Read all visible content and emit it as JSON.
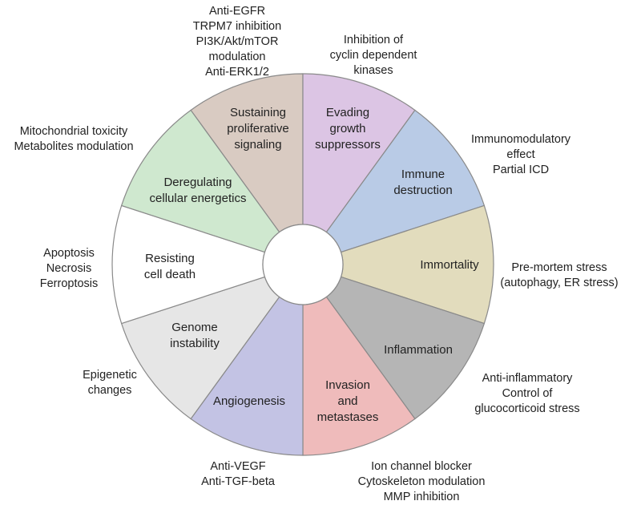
{
  "diagram": {
    "segments": [
      {
        "id": "sustaining",
        "color": "#d9cbc2",
        "label_lines": [
          "Sustaining",
          "proliferative",
          "signaling"
        ],
        "annotation_lines": [
          "Anti-EGFR",
          "TRPM7 inhibition",
          "PI3K/Akt/mTOR",
          "modulation",
          "Anti-ERK1/2"
        ]
      },
      {
        "id": "evading",
        "color": "#dcc5e4",
        "label_lines": [
          "Evading",
          "growth",
          "suppressors"
        ],
        "annotation_lines": [
          "Inhibition of",
          "cyclin dependent",
          "kinases"
        ]
      },
      {
        "id": "immune",
        "color": "#b9cbe6",
        "label_lines": [
          "Immune",
          "destruction"
        ],
        "annotation_lines": [
          "Immunomodulatory",
          "effect",
          "Partial ICD"
        ]
      },
      {
        "id": "immortality",
        "color": "#e2dcbd",
        "label_lines": [
          "Immortality"
        ],
        "annotation_lines": [
          "Pre-mortem stress",
          "(autophagy, ER stress)"
        ]
      },
      {
        "id": "inflammation",
        "color": "#b5b5b5",
        "label_lines": [
          "Inflammation"
        ],
        "annotation_lines": [
          "Anti-inflammatory",
          "Control of",
          "glucocorticoid stress"
        ]
      },
      {
        "id": "invasion",
        "color": "#efbbbb",
        "label_lines": [
          "Invasion",
          "and",
          "metastases"
        ],
        "annotation_lines": [
          "Ion channel blocker",
          "Cytoskeleton modulation",
          "MMP inhibition"
        ]
      },
      {
        "id": "angiogenesis",
        "color": "#c3c3e4",
        "label_lines": [
          "Angiogenesis"
        ],
        "annotation_lines": [
          "Anti-VEGF",
          "Anti-TGF-beta"
        ]
      },
      {
        "id": "genome",
        "color": "#e6e6e6",
        "label_lines": [
          "Genome",
          "instability"
        ],
        "annotation_lines": [
          "Epigenetic",
          "changes"
        ]
      },
      {
        "id": "resisting",
        "color": "#ffffff",
        "label_lines": [
          "Resisting",
          "cell death"
        ],
        "annotation_lines": [
          "Apoptosis",
          "Necrosis",
          "Ferroptosis"
        ]
      },
      {
        "id": "deregulating",
        "color": "#cfe8cf",
        "label_lines": [
          "Deregulating",
          "cellular energetics"
        ],
        "annotation_lines": [
          "Mitochondrial toxicity",
          "Metabolites modulation"
        ]
      }
    ]
  }
}
